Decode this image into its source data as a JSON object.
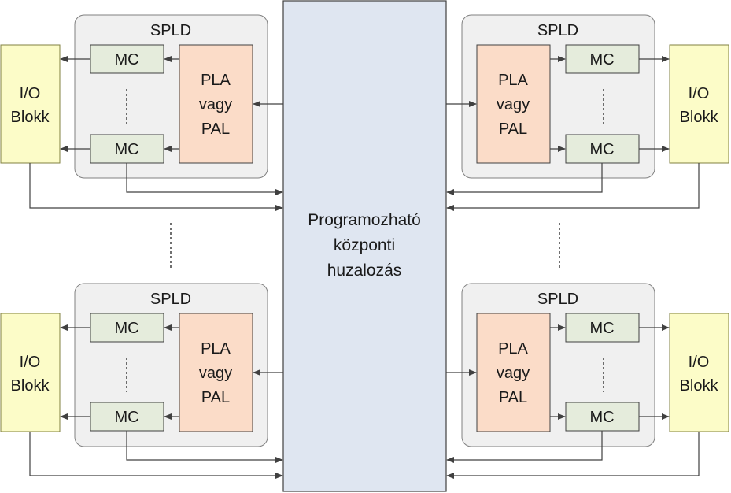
{
  "center": {
    "line1": "Programozható",
    "line2": "központi",
    "line3": "huzalozás"
  },
  "spld": {
    "title": "SPLD",
    "pla_line1": "PLA",
    "pla_line2": "vagy",
    "pla_line3": "PAL",
    "mc_label": "MC"
  },
  "io": {
    "line1": "I/O",
    "line2": "Blokk"
  },
  "colors": {
    "center_fill": "#dfe6f1",
    "spld_fill": "#f0f0f0",
    "pla_fill": "#fbdcc8",
    "mc_fill": "#e5ecdc",
    "io_fill": "#fcfcc8",
    "line": "#404040"
  }
}
